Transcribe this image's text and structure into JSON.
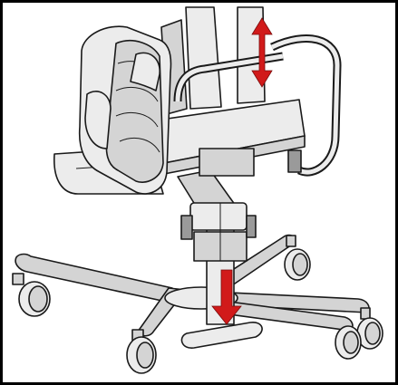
{
  "figure": {
    "subject": "chair-on-five-star-wheeled-base",
    "arrows": [
      {
        "name": "backrest-height-adjust-arrow",
        "direction": "up-down"
      },
      {
        "name": "base-height-adjust-arrow",
        "direction": "down"
      }
    ]
  },
  "colors": {
    "background": "#ffffff",
    "frame": "#000000",
    "line": "#1a1a1a",
    "fill_light": "#ececec",
    "fill_mid": "#d4d4d4",
    "fill_dark": "#9a9a9a",
    "arrow": "#d11a1a"
  }
}
